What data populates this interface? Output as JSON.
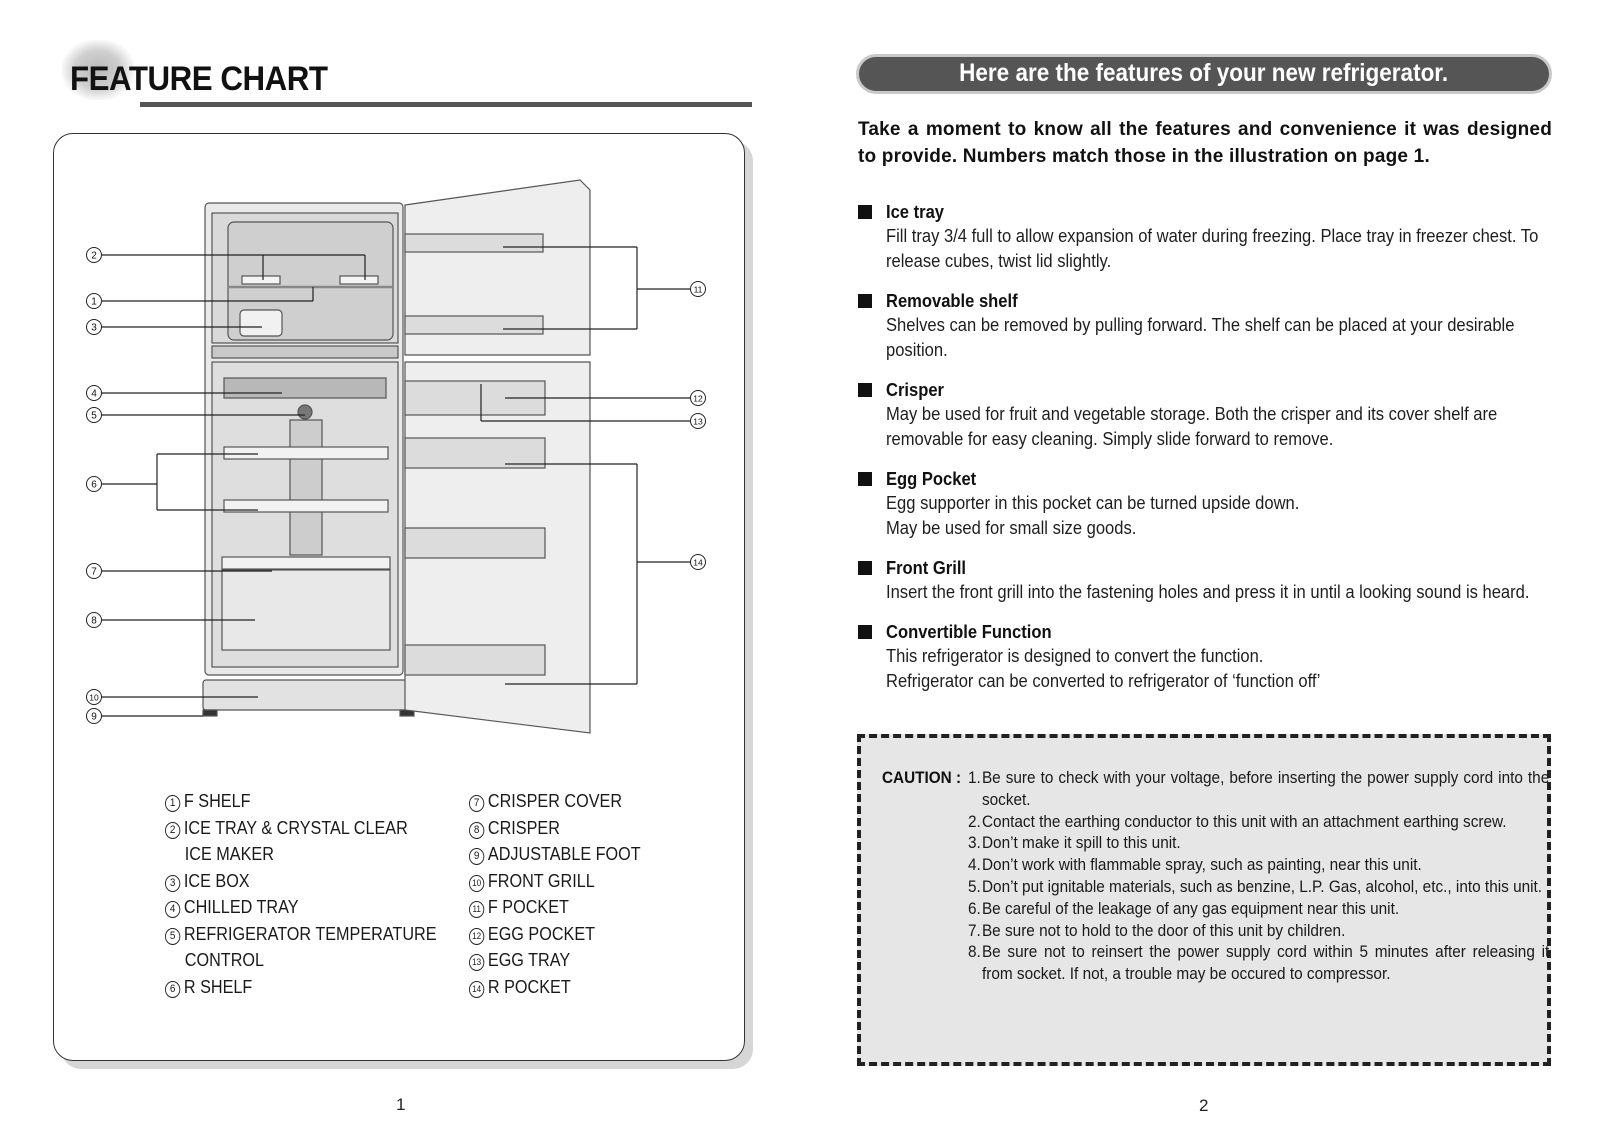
{
  "left_page": {
    "title": "FEATURE CHART",
    "page_number": "1",
    "callouts": [
      "1",
      "2",
      "3",
      "4",
      "5",
      "6",
      "7",
      "8",
      "9",
      "10",
      "11",
      "12",
      "13",
      "14"
    ],
    "legend_left": [
      {
        "num": "1",
        "text": "F SHELF"
      },
      {
        "num": "2",
        "text": "ICE TRAY & CRYSTAL CLEAR",
        "cont": "ICE MAKER"
      },
      {
        "num": "3",
        "text": "ICE BOX"
      },
      {
        "num": "4",
        "text": "CHILLED TRAY"
      },
      {
        "num": "5",
        "text": "REFRIGERATOR TEMPERATURE",
        "cont": "CONTROL"
      },
      {
        "num": "6",
        "text": "R SHELF"
      }
    ],
    "legend_right": [
      {
        "num": "7",
        "text": "CRISPER COVER"
      },
      {
        "num": "8",
        "text": "CRISPER"
      },
      {
        "num": "9",
        "text": "ADJUSTABLE FOOT"
      },
      {
        "num": "10",
        "text": "FRONT GRILL"
      },
      {
        "num": "11",
        "text": "F POCKET"
      },
      {
        "num": "12",
        "text": "EGG POCKET"
      },
      {
        "num": "13",
        "text": "EGG TRAY"
      },
      {
        "num": "14",
        "text": "R POCKET"
      }
    ]
  },
  "right_page": {
    "banner": "Here are the features of your new refrigerator.",
    "intro": "Take a moment to know all the features and convenience it was designed to provide. Numbers match those in the illustration on page 1.",
    "features": [
      {
        "title": "Ice tray",
        "desc": [
          "Fill tray 3/4 full to allow expansion of water during freezing. Place tray in freezer chest. To",
          "release cubes, twist lid slightly."
        ]
      },
      {
        "title": "Removable shelf",
        "desc": [
          "Shelves can be removed by pulling forward. The shelf can be placed at  your desirable",
          "position."
        ]
      },
      {
        "title": "Crisper",
        "desc": [
          "May be used for fruit and vegetable storage. Both the crisper and its cover shelf are",
          "removable for easy cleaning. Simply slide forward to remove."
        ]
      },
      {
        "title": "Egg Pocket",
        "desc": [
          "Egg supporter in this pocket can be turned upside down.",
          "May be used for small size goods."
        ]
      },
      {
        "title": "Front Grill",
        "desc": [
          "Insert the front grill into the fastening holes and press it in until a looking sound is heard."
        ]
      },
      {
        "title": "Convertible Function",
        "desc": [
          "This refrigerator is designed to convert the function.",
          "Refrigerator can be converted to refrigerator of ‘function off’"
        ]
      }
    ],
    "caution_label": "CAUTION :",
    "caution_items": [
      {
        "n": "1.",
        "text": "Be sure to check with your voltage, before inserting the power supply cord into the socket."
      },
      {
        "n": "2.",
        "text": "Contact the earthing conductor to this unit with an attachment earthing screw."
      },
      {
        "n": "3.",
        "text": "Don’t make it spill to this unit."
      },
      {
        "n": "4.",
        "text": "Don’t work with flammable spray, such as painting, near this unit."
      },
      {
        "n": "5.",
        "text": "Don’t put ignitable materials, such as benzine, L.P. Gas, alcohol, etc., into this unit."
      },
      {
        "n": "6.",
        "text": "Be careful of the leakage of any gas equipment near this unit."
      },
      {
        "n": "7.",
        "text": "Be sure not to hold to the door of this unit by children."
      },
      {
        "n": "8.",
        "text": "Be sure not to reinsert the power supply cord within 5 minutes after releasing it from socket. If not, a trouble may be occured to compressor."
      }
    ],
    "page_number": "2"
  }
}
